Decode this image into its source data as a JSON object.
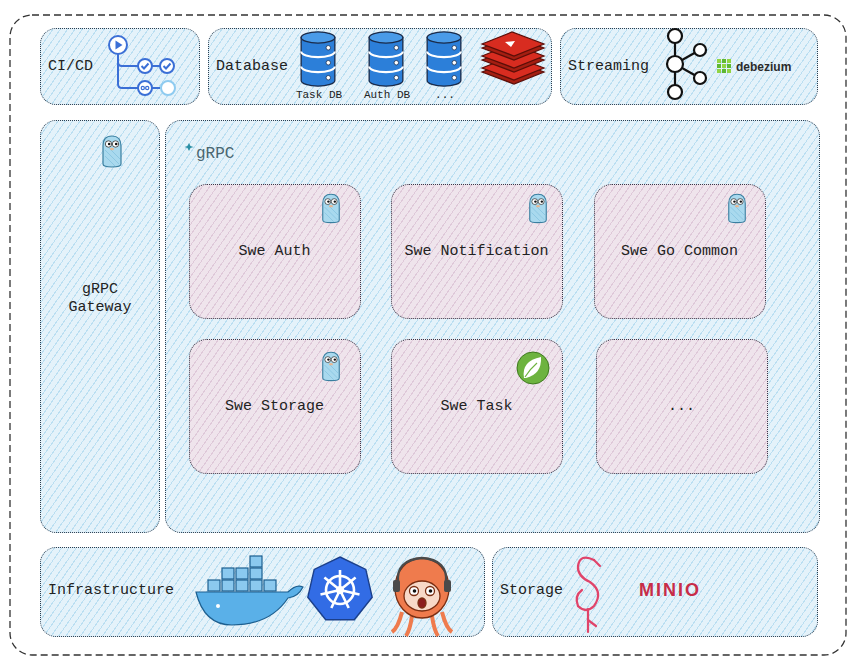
{
  "diagram": {
    "nodes": [
      {
        "text": [
          "CI/CD"
        ]
      },
      {
        "text": [
          "Database",
          "Task DB",
          "Auth DB",
          "..."
        ]
      },
      {
        "text": [
          "Streaming",
          "debezium"
        ]
      },
      {
        "text": [
          "gRPC Gateway"
        ]
      },
      {
        "text": [
          "gRPC"
        ]
      },
      {
        "text": [
          "Swe Auth"
        ],
        "in": 4
      },
      {
        "text": [
          "Swe Notification"
        ],
        "in": 4
      },
      {
        "text": [
          "Swe Go Common"
        ],
        "in": 4
      },
      {
        "text": [
          "Swe Storage"
        ],
        "in": 4
      },
      {
        "text": [
          "Swe Task"
        ],
        "in": 4
      },
      {
        "text": [
          "..."
        ],
        "in": 4
      },
      {
        "text": [
          "Infrastructure"
        ]
      },
      {
        "text": [
          "Storage",
          "MINIO"
        ]
      }
    ]
  }
}
